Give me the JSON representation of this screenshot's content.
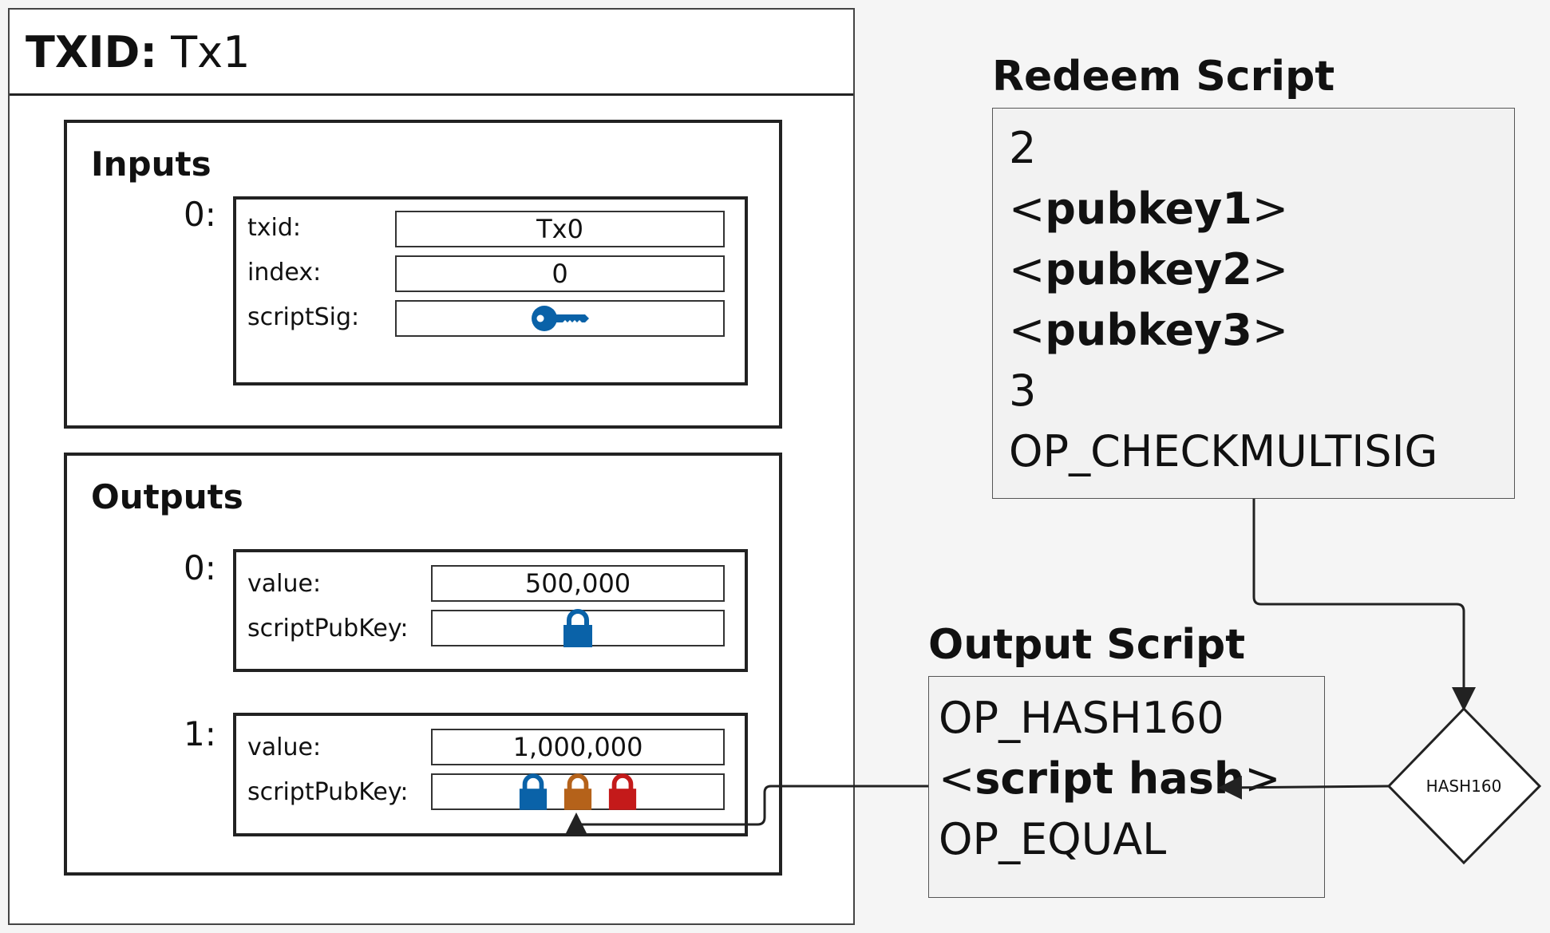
{
  "transaction": {
    "txid_label": "TXID:",
    "txid_value": "Tx1",
    "inputs": {
      "title": "Inputs",
      "items": [
        {
          "index_label": "0:",
          "txid_label": "txid:",
          "txid_value": "Tx0",
          "index_field_label": "index:",
          "index_value": "0",
          "scriptsig_label": "scriptSig:",
          "scriptsig_icon": "key-icon"
        }
      ]
    },
    "outputs": {
      "title": "Outputs",
      "items": [
        {
          "index_label": "0:",
          "value_label": "value:",
          "value": "500,000",
          "scriptpubkey_label": "scriptPubKey:",
          "lock_icons": [
            "lock-icon-blue"
          ]
        },
        {
          "index_label": "1:",
          "value_label": "value:",
          "value": "1,000,000",
          "scriptpubkey_label": "scriptPubKey:",
          "lock_icons": [
            "lock-icon-blue",
            "lock-icon-orange",
            "lock-icon-red"
          ]
        }
      ]
    }
  },
  "redeem_script": {
    "title": "Redeem Script",
    "lines": [
      {
        "prefix": "",
        "bold": "",
        "suffix": "",
        "plain": "2"
      },
      {
        "prefix": "<",
        "bold": "pubkey1",
        "suffix": ">"
      },
      {
        "prefix": "<",
        "bold": "pubkey2",
        "suffix": ">"
      },
      {
        "prefix": "<",
        "bold": "pubkey3",
        "suffix": ">"
      },
      {
        "plain": "3"
      },
      {
        "plain": "OP_CHECKMULTISIG"
      }
    ]
  },
  "output_script": {
    "title": "Output Script",
    "line1": "OP_HASH160",
    "line2_prefix": "<",
    "line2_bold": "script hash",
    "line2_suffix": ">",
    "line3": "OP_EQUAL"
  },
  "hash_node": {
    "label": "HASH160"
  },
  "colors": {
    "blue": "#0a62a8",
    "orange": "#b5621a",
    "red": "#c41a1a"
  }
}
